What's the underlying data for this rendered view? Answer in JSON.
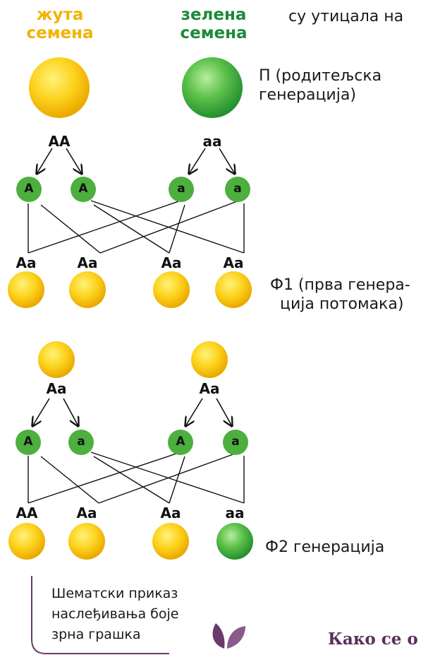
{
  "header": {
    "yellow_line1": "жута",
    "yellow_line2": "семена",
    "green_line1": "зелена",
    "green_line2": "семена",
    "top_text": "су утицала на"
  },
  "labels": {
    "p_line1": "П (родитељска",
    "p_line2": "генерација)",
    "f1_line1": "Ф1 (прва генера-",
    "f1_line2": "ција потомака)",
    "f2": "Ф2 генерација"
  },
  "parents_p": {
    "left_genotype": "AA",
    "right_genotype": "aa",
    "gametes": [
      "A",
      "A",
      "a",
      "a"
    ]
  },
  "f1": {
    "genotypes": [
      "Aa",
      "Aa",
      "Aa",
      "Aa"
    ]
  },
  "parents_f1": {
    "left_genotype": "Aa",
    "right_genotype": "Aa",
    "gametes": [
      "A",
      "a",
      "A",
      "a"
    ]
  },
  "f2": {
    "genotypes": [
      "AA",
      "Aa",
      "Aa",
      "aa"
    ],
    "colors": [
      "yellow",
      "yellow",
      "yellow",
      "green"
    ]
  },
  "caption": {
    "line1": "Шематски приказ",
    "line2": "наслеђивања боје",
    "line3": "зрна грашка"
  },
  "footer_text": "Како се о",
  "colors": {
    "yellow": "#f5c400",
    "green": "#2f9e3c",
    "yellow_header": "#f0b400",
    "green_header": "#1c8a3a",
    "accent": "#6b3a6b"
  }
}
